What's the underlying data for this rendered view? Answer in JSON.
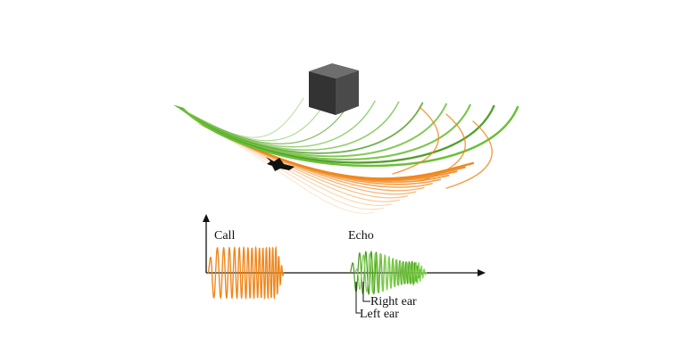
{
  "labels": {
    "call": "Call",
    "echo": "Echo",
    "right_ear": "Right ear",
    "left_ear": "Left ear"
  },
  "colors": {
    "call_wave": "#f0871c",
    "echo_wave": "#6dbf3a",
    "echo_wave_dark": "#4a9a22",
    "object_front": "#333333",
    "object_top": "#6e6e6e",
    "object_side": "#4a4a4a",
    "bat": "#111111",
    "axis": "#111111"
  },
  "icons": {
    "object": "cube-icon",
    "bat": "bat-icon"
  }
}
